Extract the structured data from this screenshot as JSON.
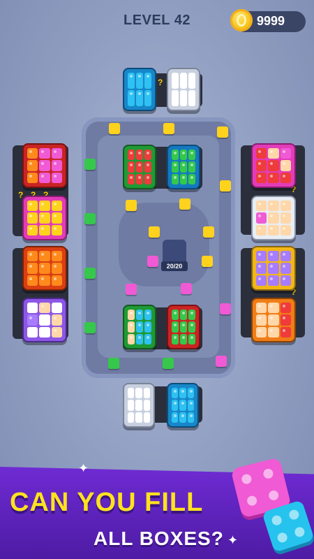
{
  "hud": {
    "level_label": "LEVEL 42",
    "coins": "9999",
    "coin_icon": "coin-icon"
  },
  "hub": {
    "counter": "20/20"
  },
  "banner": {
    "line1": "CAN YOU FILL",
    "line2": "ALL BOXES?"
  },
  "colors": {
    "blue": "#2ec1f2",
    "white": "#ffffff",
    "red": "#ef3b3b",
    "green": "#35c84a",
    "magenta": "#f05ad4",
    "yellow": "#ffd21e",
    "peach": "#ffd7a8",
    "orange": "#ff8a1c",
    "purple": "#a77cff",
    "banner_purple": "#5a1fbc",
    "banner_yellow": "#ffe21f"
  }
}
